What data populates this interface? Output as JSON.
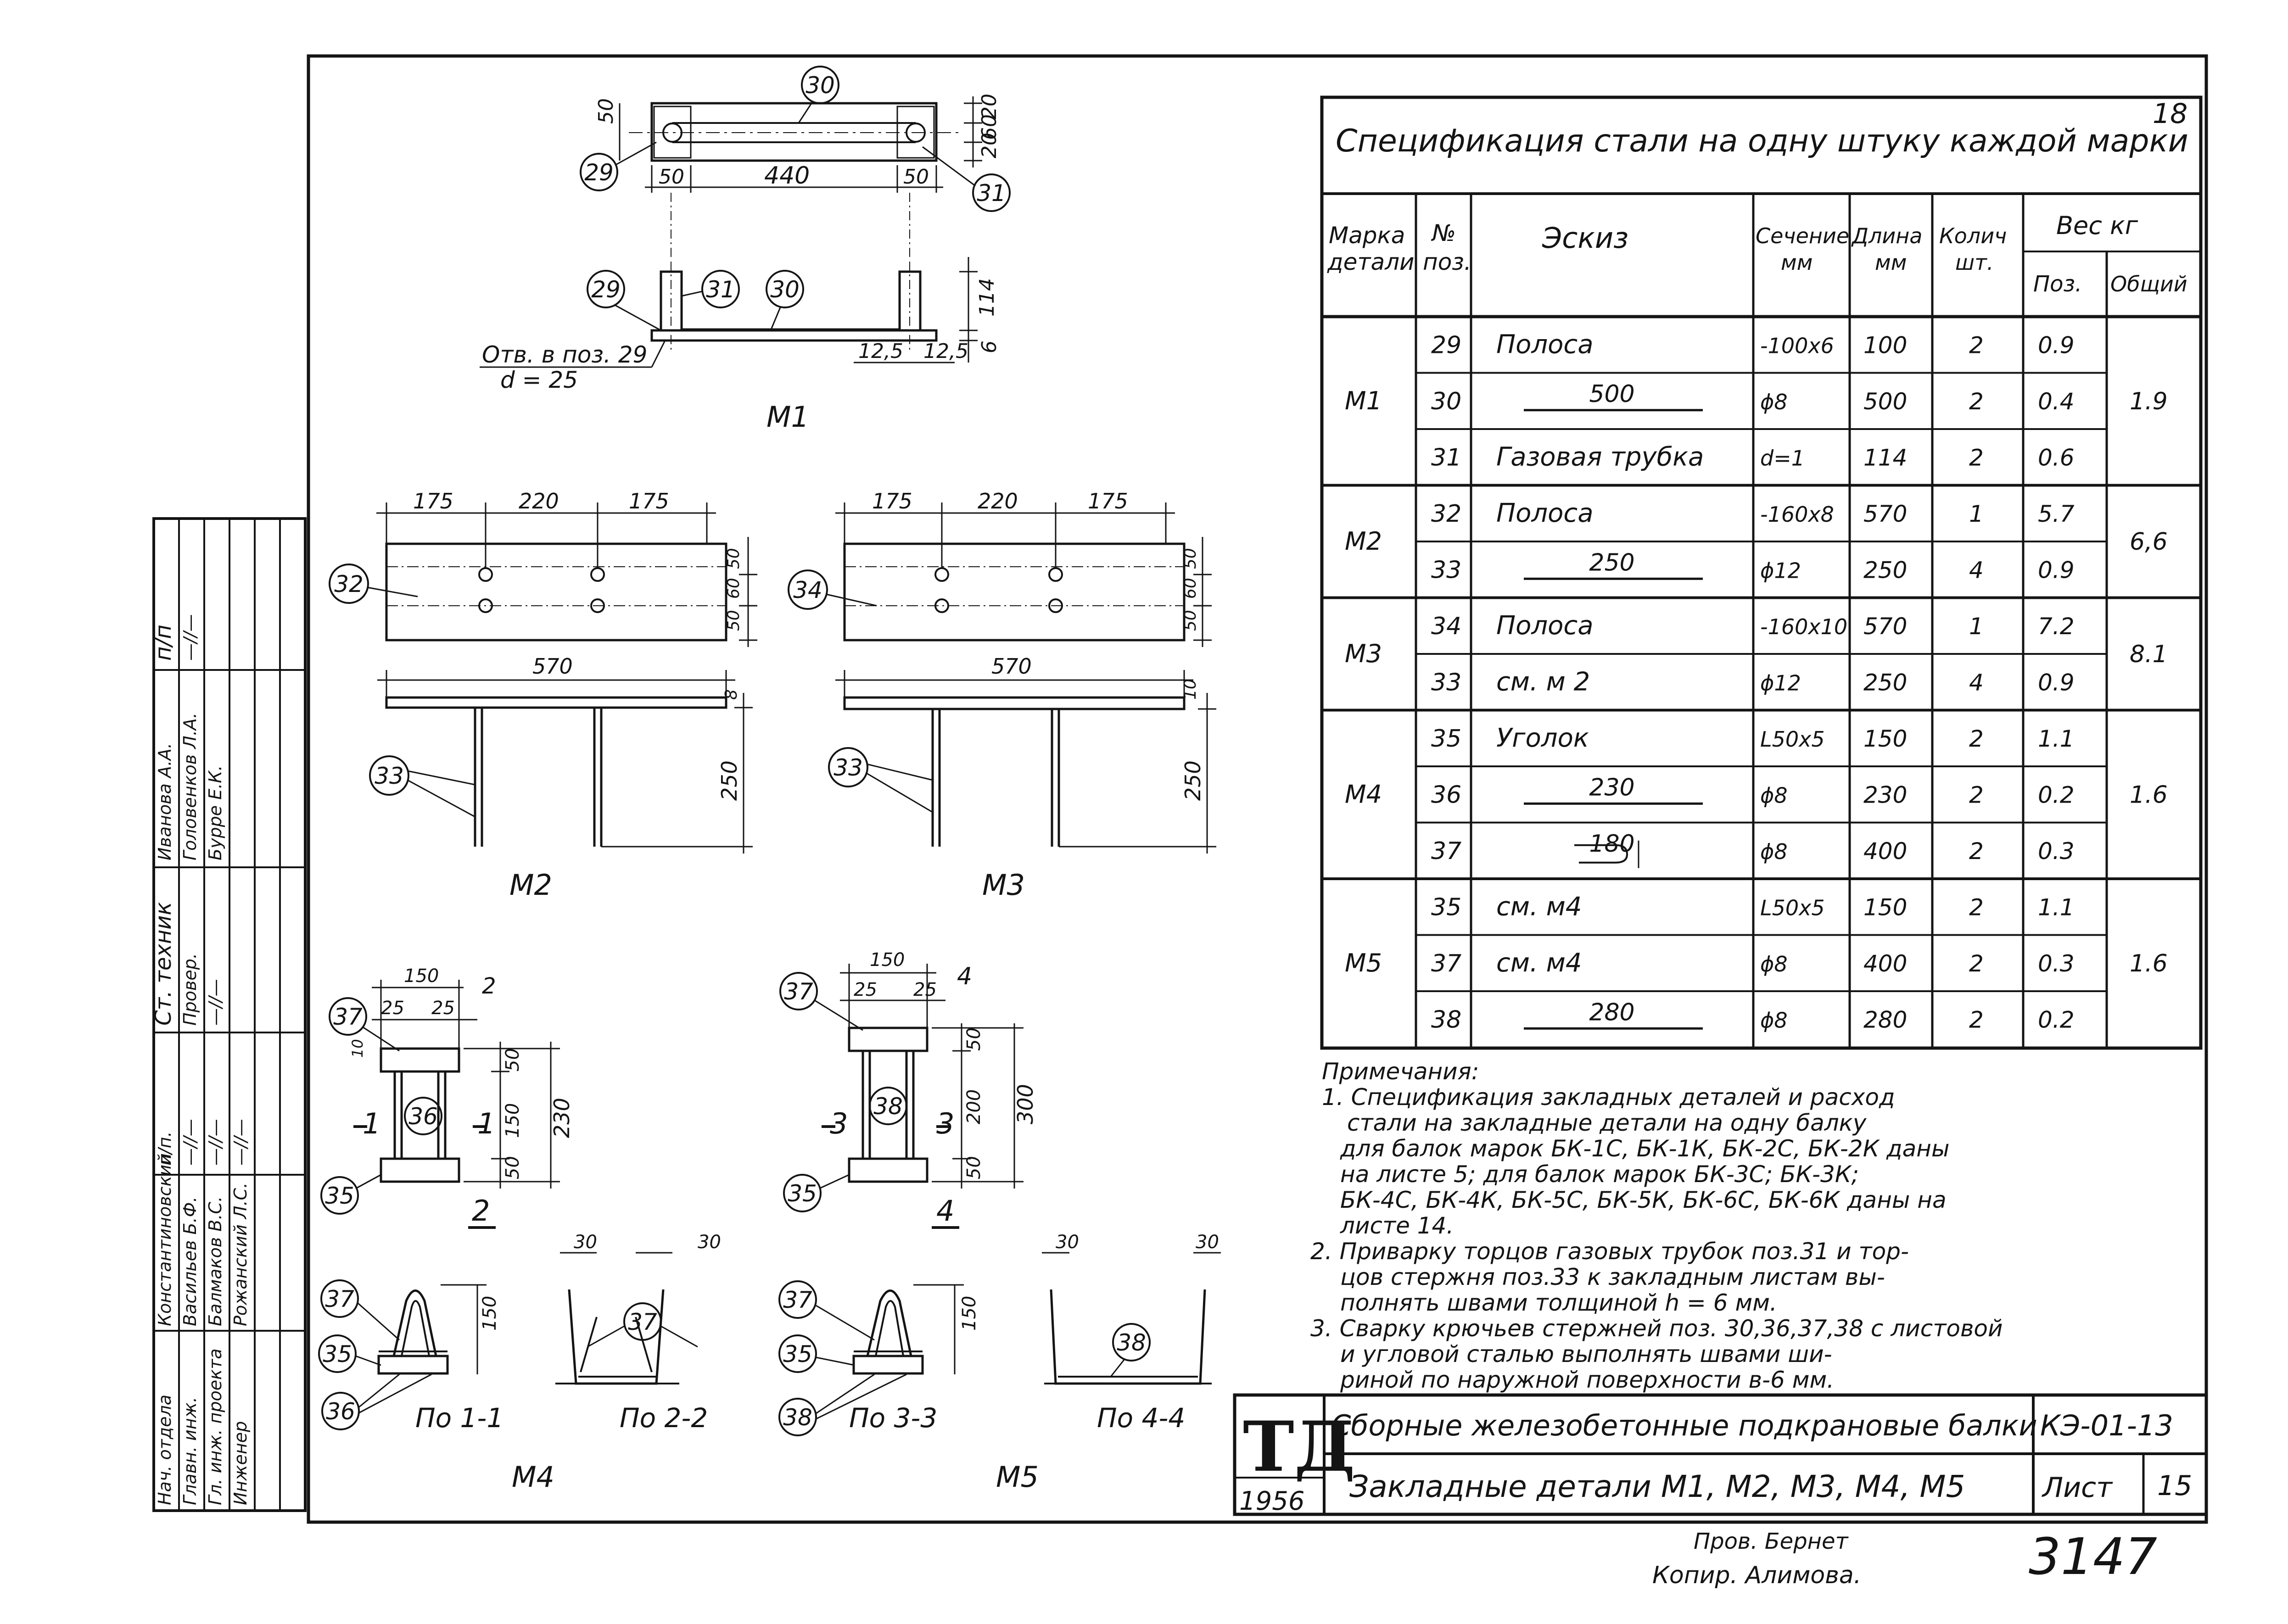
{
  "page_number": "18",
  "spec": {
    "title": "Спецификация стали на одну штуку каждой марки",
    "headers": {
      "mark": "Марка детали",
      "pos": "№ поз.",
      "sketch": "Эскиз",
      "section": "Сечение мм",
      "length": "Длина мм",
      "qty": "Колич шт.",
      "weight": "Вес кг",
      "weight_pos": "Поз.",
      "weight_total": "Общий"
    },
    "groups": [
      {
        "mark": "М1",
        "total": "1.9",
        "rows": [
          {
            "pos": "29",
            "sketch": "Полоса",
            "section": "-100x6",
            "length": "100",
            "qty": "2",
            "weight": "0.9"
          },
          {
            "pos": "30",
            "sketch": "500",
            "section": "ϕ8",
            "length": "500",
            "qty": "2",
            "weight": "0.4"
          },
          {
            "pos": "31",
            "sketch": "Газовая трубка",
            "section": "d=1",
            "length": "114",
            "qty": "2",
            "weight": "0.6"
          }
        ]
      },
      {
        "mark": "М2",
        "total": "6,6",
        "rows": [
          {
            "pos": "32",
            "sketch": "Полоса",
            "section": "-160x8",
            "length": "570",
            "qty": "1",
            "weight": "5.7"
          },
          {
            "pos": "33",
            "sketch": "250",
            "section": "ϕ12",
            "length": "250",
            "qty": "4",
            "weight": "0.9"
          }
        ]
      },
      {
        "mark": "М3",
        "total": "8.1",
        "rows": [
          {
            "pos": "34",
            "sketch": "Полоса",
            "section": "-160x10",
            "length": "570",
            "qty": "1",
            "weight": "7.2"
          },
          {
            "pos": "33",
            "sketch": "см. м 2",
            "section": "ϕ12",
            "length": "250",
            "qty": "4",
            "weight": "0.9"
          }
        ]
      },
      {
        "mark": "М4",
        "total": "1.6",
        "rows": [
          {
            "pos": "35",
            "sketch": "Уголок",
            "section": "L50x5",
            "length": "150",
            "qty": "2",
            "weight": "1.1"
          },
          {
            "pos": "36",
            "sketch": "230",
            "section": "ϕ8",
            "length": "230",
            "qty": "2",
            "weight": "0.2"
          },
          {
            "pos": "37",
            "sketch": "180",
            "section": "ϕ8",
            "length": "400",
            "qty": "2",
            "weight": "0.3"
          }
        ]
      },
      {
        "mark": "М5",
        "total": "1.6",
        "rows": [
          {
            "pos": "35",
            "sketch": "см. м4",
            "section": "L50x5",
            "length": "150",
            "qty": "2",
            "weight": "1.1"
          },
          {
            "pos": "37",
            "sketch": "см. м4",
            "section": "ϕ8",
            "length": "400",
            "qty": "2",
            "weight": "0.3"
          },
          {
            "pos": "38",
            "sketch": "280",
            "section": "ϕ8",
            "length": "280",
            "qty": "2",
            "weight": "0.2"
          }
        ]
      }
    ]
  },
  "notes": {
    "title": "Примечания:",
    "lines": [
      "1. Спецификация закладных деталей и расход",
      "стали на закладные детали на одну балку",
      "для балок марок БК-1С, БК-1К, БК-2С, БК-2К даны",
      "на листе 5; для балок марок БК-3С; БК-3К;",
      "БК-4С, БК-4К, БК-5С, БК-5К, БК-6С, БК-6К даны на",
      "листе 14.",
      "2. Приварку торцов газовых трубок поз.31 и тор-",
      "цов стержня поз.33 к закладным листам вы-",
      "полнять швами толщиной h = 6 мм.",
      "3. Сварку крючьев стержней поз. 30,36,37,38 с листовой",
      "и угловой сталью выполнять швами ши-",
      "риной по наружной поверхности в-6 мм."
    ]
  },
  "title_block": {
    "logo": "ТД",
    "year": "1956",
    "series": "Сборные железобетонные подкрановые балки",
    "code": "КЭ-01-13",
    "title": "Закладные детали М1, М2, М3, М4, М5",
    "sheet_label": "Лист",
    "sheet_no": "15"
  },
  "bottom": {
    "checked": "Пров. Бернет",
    "copied": "Копир. Алимова.",
    "archive_no": "3147"
  },
  "side_stamp": {
    "cols": [
      [
        "Нач. отдела",
        "Главн. инж.",
        "Гл. инж. проекта",
        "Инженер"
      ],
      [
        "Константиновский",
        "Васильев Б.Ф.",
        "Балмаков В.С.",
        "Рожанский Л.С."
      ],
      [
        "п/п.",
        "—//—",
        "—//—",
        "—//—"
      ],
      [
        "Ст. техник",
        "Провер.",
        "—//—",
        ""
      ],
      [
        "Иванова А.А.",
        "Головенков Л.А.",
        "Бурре Е.К.",
        ""
      ],
      [
        "п/п",
        "—//—",
        "",
        ""
      ]
    ]
  },
  "drawings": {
    "m1": {
      "label": "М1",
      "dims": [
        "50",
        "440",
        "50",
        "50",
        "20",
        "60",
        "20",
        "114",
        "6",
        "12,5",
        "12,5"
      ],
      "hole_note": "Отв. в поз. 29",
      "hole_d": "d = 25",
      "callouts": [
        "30",
        "29",
        "31",
        "29",
        "31",
        "30"
      ]
    },
    "m2": {
      "label": "М2",
      "dims": [
        "175",
        "220",
        "175",
        "570",
        "50",
        "60",
        "50",
        "8",
        "250"
      ],
      "callouts": [
        "32",
        "33"
      ]
    },
    "m3": {
      "label": "М3",
      "dims": [
        "175",
        "220",
        "175",
        "570",
        "50",
        "60",
        "50",
        "10",
        "250"
      ],
      "callouts": [
        "34",
        "33"
      ]
    },
    "m4": {
      "label": "М4",
      "dims": [
        "150",
        "25",
        "25",
        "2",
        "10",
        "50",
        "150",
        "50",
        "230",
        "150"
      ],
      "section_marks": [
        "1",
        "1",
        "2",
        "2"
      ],
      "callouts": [
        "37",
        "36",
        "35",
        "37",
        "35",
        "36",
        "37"
      ],
      "views": [
        "По 1-1",
        "По 2-2"
      ],
      "view_dims": [
        "30",
        "30",
        "150"
      ]
    },
    "m5": {
      "label": "М5",
      "dims": [
        "150",
        "25",
        "25",
        "4",
        "50",
        "200",
        "50",
        "300",
        "150"
      ],
      "section_marks": [
        "3",
        "3",
        "4",
        "4"
      ],
      "callouts": [
        "37",
        "38",
        "35",
        "37",
        "35",
        "38",
        "38"
      ],
      "views": [
        "По 3-3",
        "По 4-4"
      ],
      "view_dims": [
        "30",
        "30"
      ]
    }
  }
}
